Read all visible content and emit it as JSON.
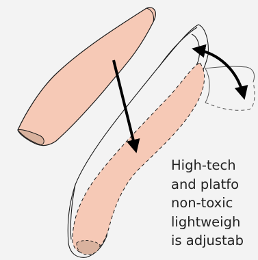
{
  "caption": {
    "lines": [
      "High-tech",
      "and platfo",
      "non-toxic",
      "lightweigh",
      "is adjustab"
    ]
  },
  "colors": {
    "background": "#f3f3f3",
    "insole_fill": "#f6c9b6",
    "outline": "#1a1a1a",
    "heel_pad": "#d9b29e",
    "arrow": "#000000"
  },
  "icons": {
    "insert_arrow": "arrow-down-icon",
    "bend_arrow": "curved-double-arrow-icon"
  }
}
